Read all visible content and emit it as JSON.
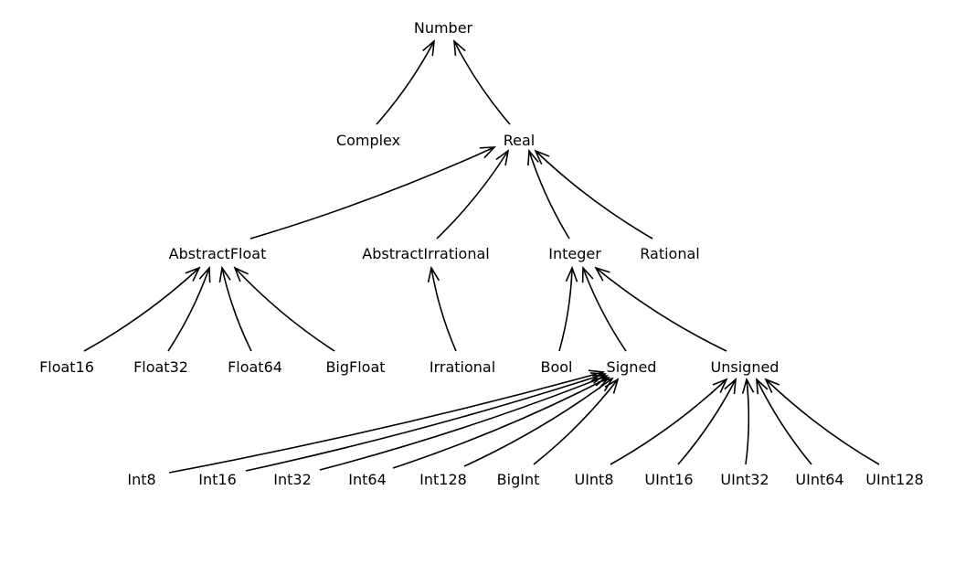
{
  "diagram": {
    "title": "Julia Number type hierarchy",
    "nodes": [
      {
        "id": "Number",
        "label": "Number"
      },
      {
        "id": "Complex",
        "label": "Complex"
      },
      {
        "id": "Real",
        "label": "Real"
      },
      {
        "id": "AbstractFloat",
        "label": "AbstractFloat"
      },
      {
        "id": "AbstractIrrational",
        "label": "AbstractIrrational"
      },
      {
        "id": "Integer",
        "label": "Integer"
      },
      {
        "id": "Rational",
        "label": "Rational"
      },
      {
        "id": "Float16",
        "label": "Float16"
      },
      {
        "id": "Float32",
        "label": "Float32"
      },
      {
        "id": "Float64",
        "label": "Float64"
      },
      {
        "id": "BigFloat",
        "label": "BigFloat"
      },
      {
        "id": "Irrational",
        "label": "Irrational"
      },
      {
        "id": "Bool",
        "label": "Bool"
      },
      {
        "id": "Signed",
        "label": "Signed"
      },
      {
        "id": "Unsigned",
        "label": "Unsigned"
      },
      {
        "id": "Int8",
        "label": "Int8"
      },
      {
        "id": "Int16",
        "label": "Int16"
      },
      {
        "id": "Int32",
        "label": "Int32"
      },
      {
        "id": "Int64",
        "label": "Int64"
      },
      {
        "id": "Int128",
        "label": "Int128"
      },
      {
        "id": "BigInt",
        "label": "BigInt"
      },
      {
        "id": "UInt8",
        "label": "UInt8"
      },
      {
        "id": "UInt16",
        "label": "UInt16"
      },
      {
        "id": "UInt32",
        "label": "UInt32"
      },
      {
        "id": "UInt64",
        "label": "UInt64"
      },
      {
        "id": "UInt128",
        "label": "UInt128"
      }
    ],
    "edges": [
      {
        "from": "Complex",
        "to": "Number"
      },
      {
        "from": "Real",
        "to": "Number"
      },
      {
        "from": "AbstractFloat",
        "to": "Real"
      },
      {
        "from": "AbstractIrrational",
        "to": "Real"
      },
      {
        "from": "Integer",
        "to": "Real"
      },
      {
        "from": "Rational",
        "to": "Real"
      },
      {
        "from": "Float16",
        "to": "AbstractFloat"
      },
      {
        "from": "Float32",
        "to": "AbstractFloat"
      },
      {
        "from": "Float64",
        "to": "AbstractFloat"
      },
      {
        "from": "BigFloat",
        "to": "AbstractFloat"
      },
      {
        "from": "Irrational",
        "to": "AbstractIrrational"
      },
      {
        "from": "Bool",
        "to": "Integer"
      },
      {
        "from": "Signed",
        "to": "Integer"
      },
      {
        "from": "Unsigned",
        "to": "Integer"
      },
      {
        "from": "Int8",
        "to": "Signed"
      },
      {
        "from": "Int16",
        "to": "Signed"
      },
      {
        "from": "Int32",
        "to": "Signed"
      },
      {
        "from": "Int64",
        "to": "Signed"
      },
      {
        "from": "Int128",
        "to": "Signed"
      },
      {
        "from": "BigInt",
        "to": "Signed"
      },
      {
        "from": "UInt8",
        "to": "Unsigned"
      },
      {
        "from": "UInt16",
        "to": "Unsigned"
      },
      {
        "from": "UInt32",
        "to": "Unsigned"
      },
      {
        "from": "UInt64",
        "to": "Unsigned"
      },
      {
        "from": "UInt128",
        "to": "Unsigned"
      }
    ]
  }
}
